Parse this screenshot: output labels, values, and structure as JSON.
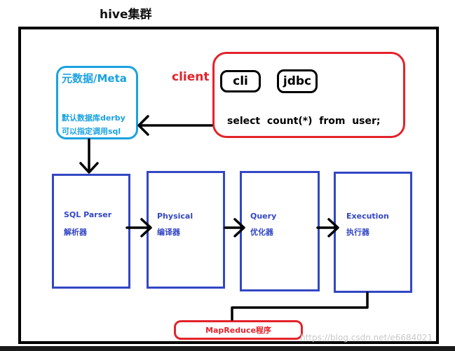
{
  "title": "hive集群",
  "metastore": {
    "title": "元数据/Meta",
    "line1": "默认数据库derby",
    "line2": "可以指定调用sql"
  },
  "client": {
    "label": "client",
    "buttons": [
      "cli",
      "jdbc"
    ],
    "query": "select  count(*)  from  user;"
  },
  "stages": [
    {
      "name": "SQL Parser",
      "cn": "解析器"
    },
    {
      "name": "Physical",
      "cn": "编译器"
    },
    {
      "name": "Query",
      "cn": "优化器"
    },
    {
      "name": "Execution",
      "cn": "执行器"
    }
  ],
  "output": "MapReduce程序",
  "watermark": "https://blog.csdn.net/e6684021",
  "colors": {
    "meta": "#1aa2e0",
    "client": "#e3232b",
    "stage": "#3347c4",
    "arrow": "#000000"
  }
}
